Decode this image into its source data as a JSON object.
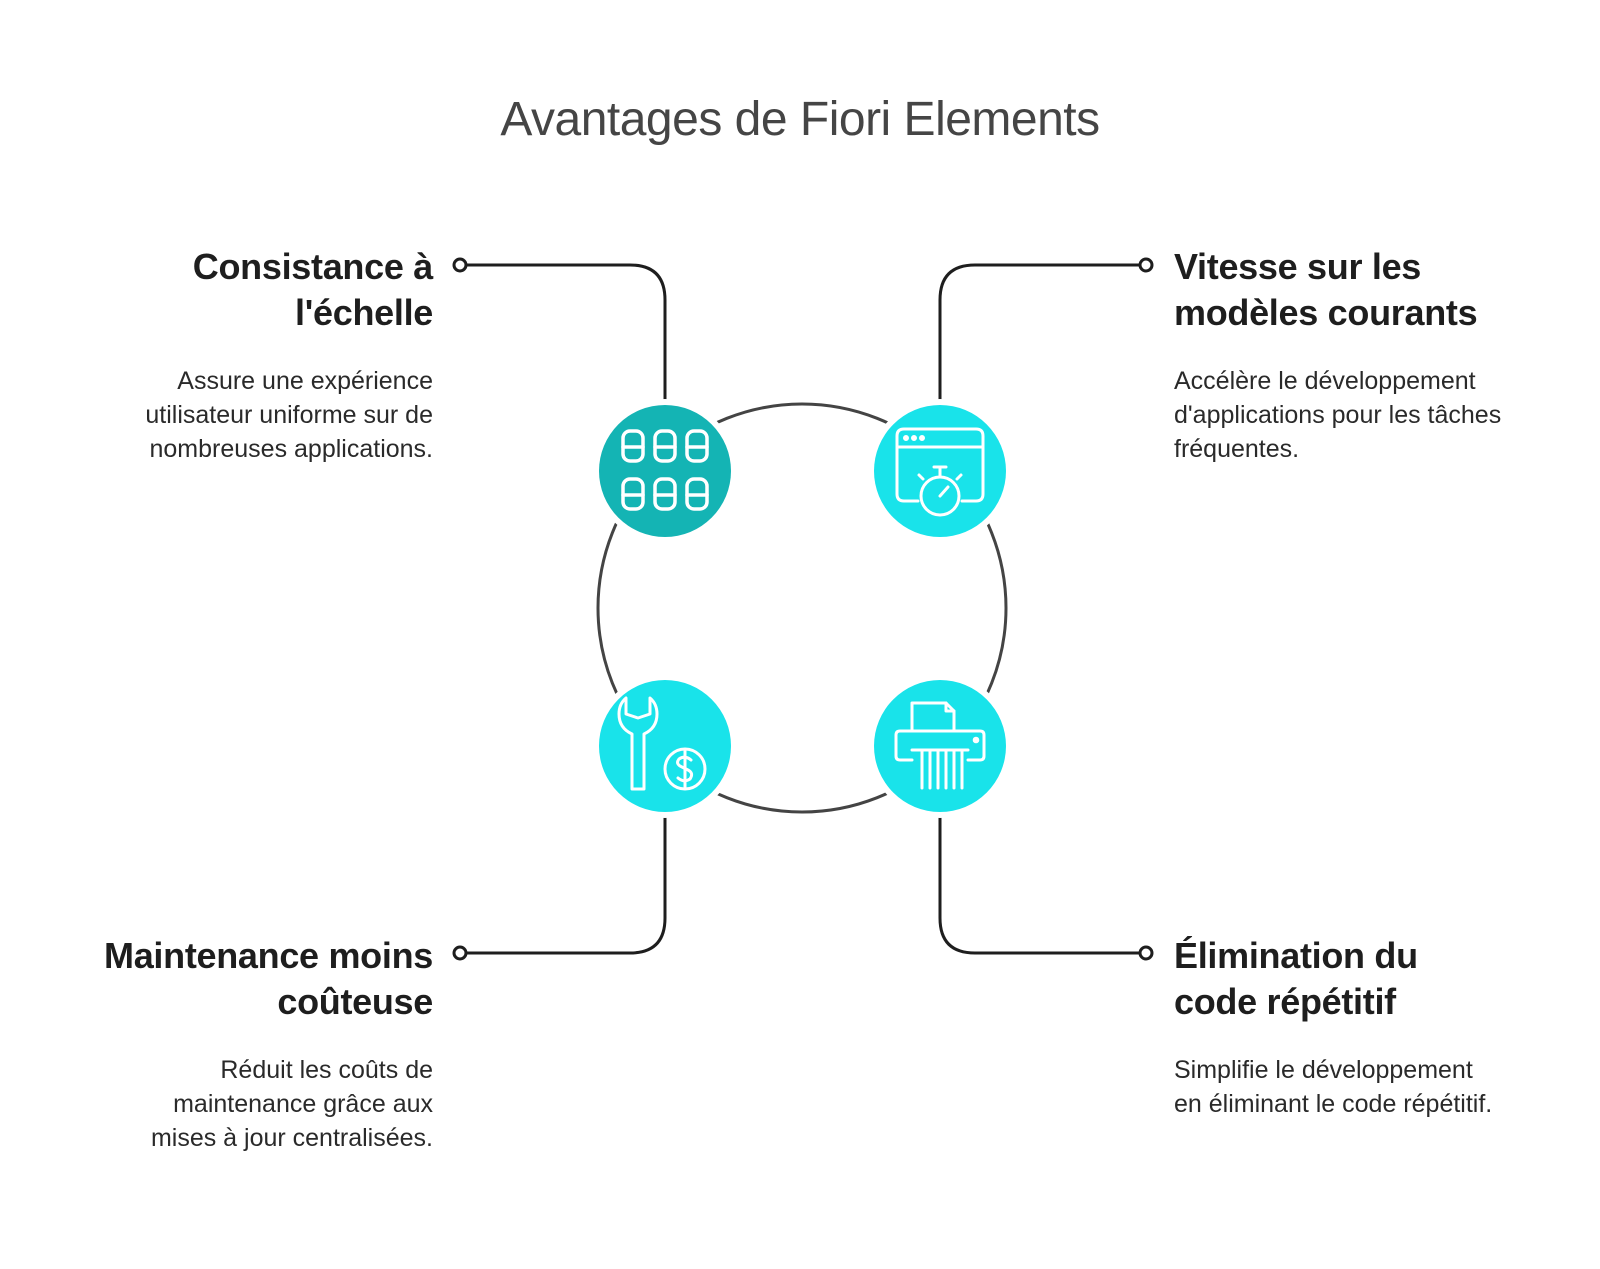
{
  "title": "Avantages de Fiori Elements",
  "colors": {
    "teal_dark": "#14b4b4",
    "cyan": "#19e3ea",
    "line": "#1e1e1e",
    "ring": "#444444"
  },
  "items": [
    {
      "title": "Consistance à l'échelle",
      "description": "Assure une expérience utilisateur uniforme sur de nombreuses applications.",
      "icon": "app-grid-icon",
      "color": "#14b4b4"
    },
    {
      "title": "Vitesse sur les modèles courants",
      "description": "Accélère le développement d'applications pour les tâches fréquentes.",
      "icon": "browser-stopwatch-icon",
      "color": "#19e3ea"
    },
    {
      "title": "Maintenance moins coûteuse",
      "description": "Réduit les coûts de maintenance grâce aux mises à jour centralisées.",
      "icon": "wrench-dollar-icon",
      "color": "#19e3ea"
    },
    {
      "title": "Élimination du code répétitif",
      "description": "Simplifie le développement en éliminant le code répétitif.",
      "icon": "shredder-icon",
      "color": "#19e3ea"
    }
  ]
}
